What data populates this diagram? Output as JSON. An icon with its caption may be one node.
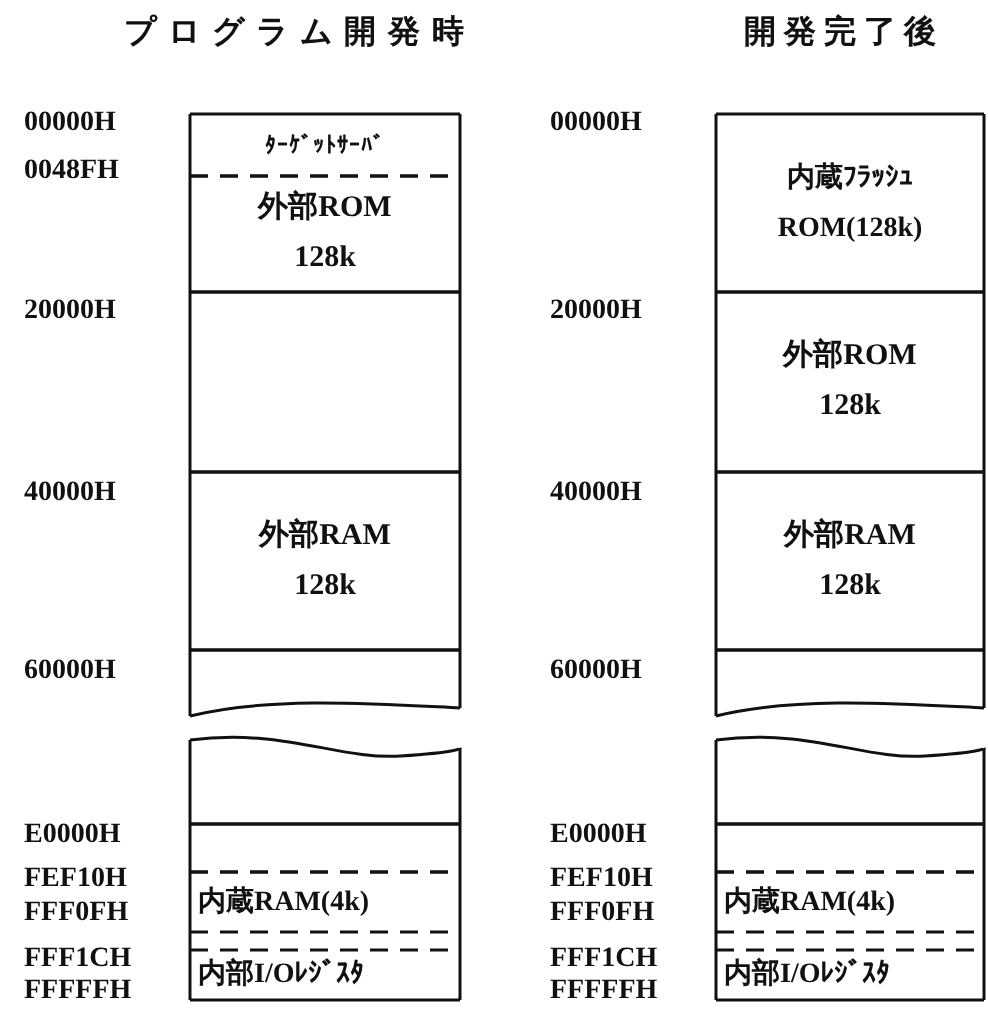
{
  "diagram": {
    "nodes": [
      {
        "text": [
          "プログラム開発時"
        ]
      },
      {
        "text": [
          "ﾀｰｹﾞｯﾄｻｰﾊﾞ"
        ],
        "in": 0
      },
      {
        "text": [
          "外部ROM 128k"
        ],
        "in": 0
      },
      {
        "text": [],
        "shape": "box",
        "in": 0
      },
      {
        "text": [
          "外部RAM 128k"
        ],
        "in": 0
      },
      {
        "text": [],
        "shape": "box",
        "in": 0
      },
      {
        "text": [],
        "shape": "box",
        "in": 0
      },
      {
        "text": [],
        "shape": "box",
        "in": 0
      },
      {
        "text": [
          "内蔵RAM(4k)"
        ],
        "in": 0
      },
      {
        "text": [
          "内部I/Oﾚｼﾞｽﾀ"
        ],
        "in": 0
      },
      {
        "text": [
          "開発完了後"
        ]
      },
      {
        "text": [
          "内蔵ﾌﾗｯｼｭ ROM(128k)"
        ],
        "in": 10
      },
      {
        "text": [
          "外部ROM 128k"
        ],
        "in": 10
      },
      {
        "text": [
          "外部RAM 128k"
        ],
        "in": 10
      },
      {
        "text": [],
        "shape": "box",
        "in": 10
      },
      {
        "text": [],
        "shape": "box",
        "in": 10
      },
      {
        "text": [],
        "shape": "box",
        "in": 10
      },
      {
        "text": [
          "内蔵RAM(4k)"
        ],
        "in": 10
      },
      {
        "text": [
          "内部I/Oﾚｼﾞｽﾀ"
        ],
        "in": 10
      }
    ],
    "labels": [
      "00000H",
      "0048FH",
      "20000H",
      "40000H",
      "60000H",
      "E0000H",
      "FEF10H",
      "FFF0FH",
      "FFF1CH",
      "FFFFFH",
      "00000H",
      "20000H",
      "40000H",
      "60000H",
      "E0000H",
      "FEF10H",
      "FFF0FH",
      "FFF1CH",
      "FFFFFH"
    ]
  }
}
